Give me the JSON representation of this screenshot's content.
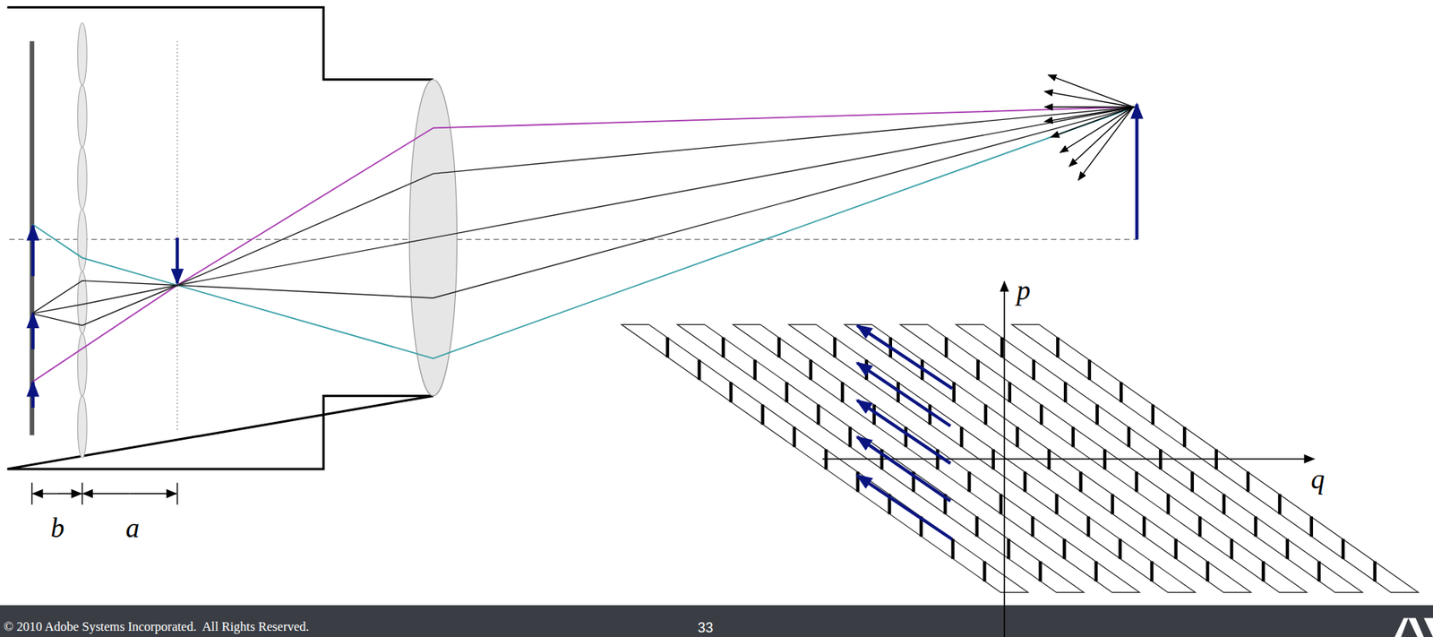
{
  "diagram": {
    "labels": [
      "b",
      "a",
      "p",
      "q",
      "© 2010 Adobe Systems Incorporated.  All Rights Reserved.",
      "33"
    ]
  }
}
